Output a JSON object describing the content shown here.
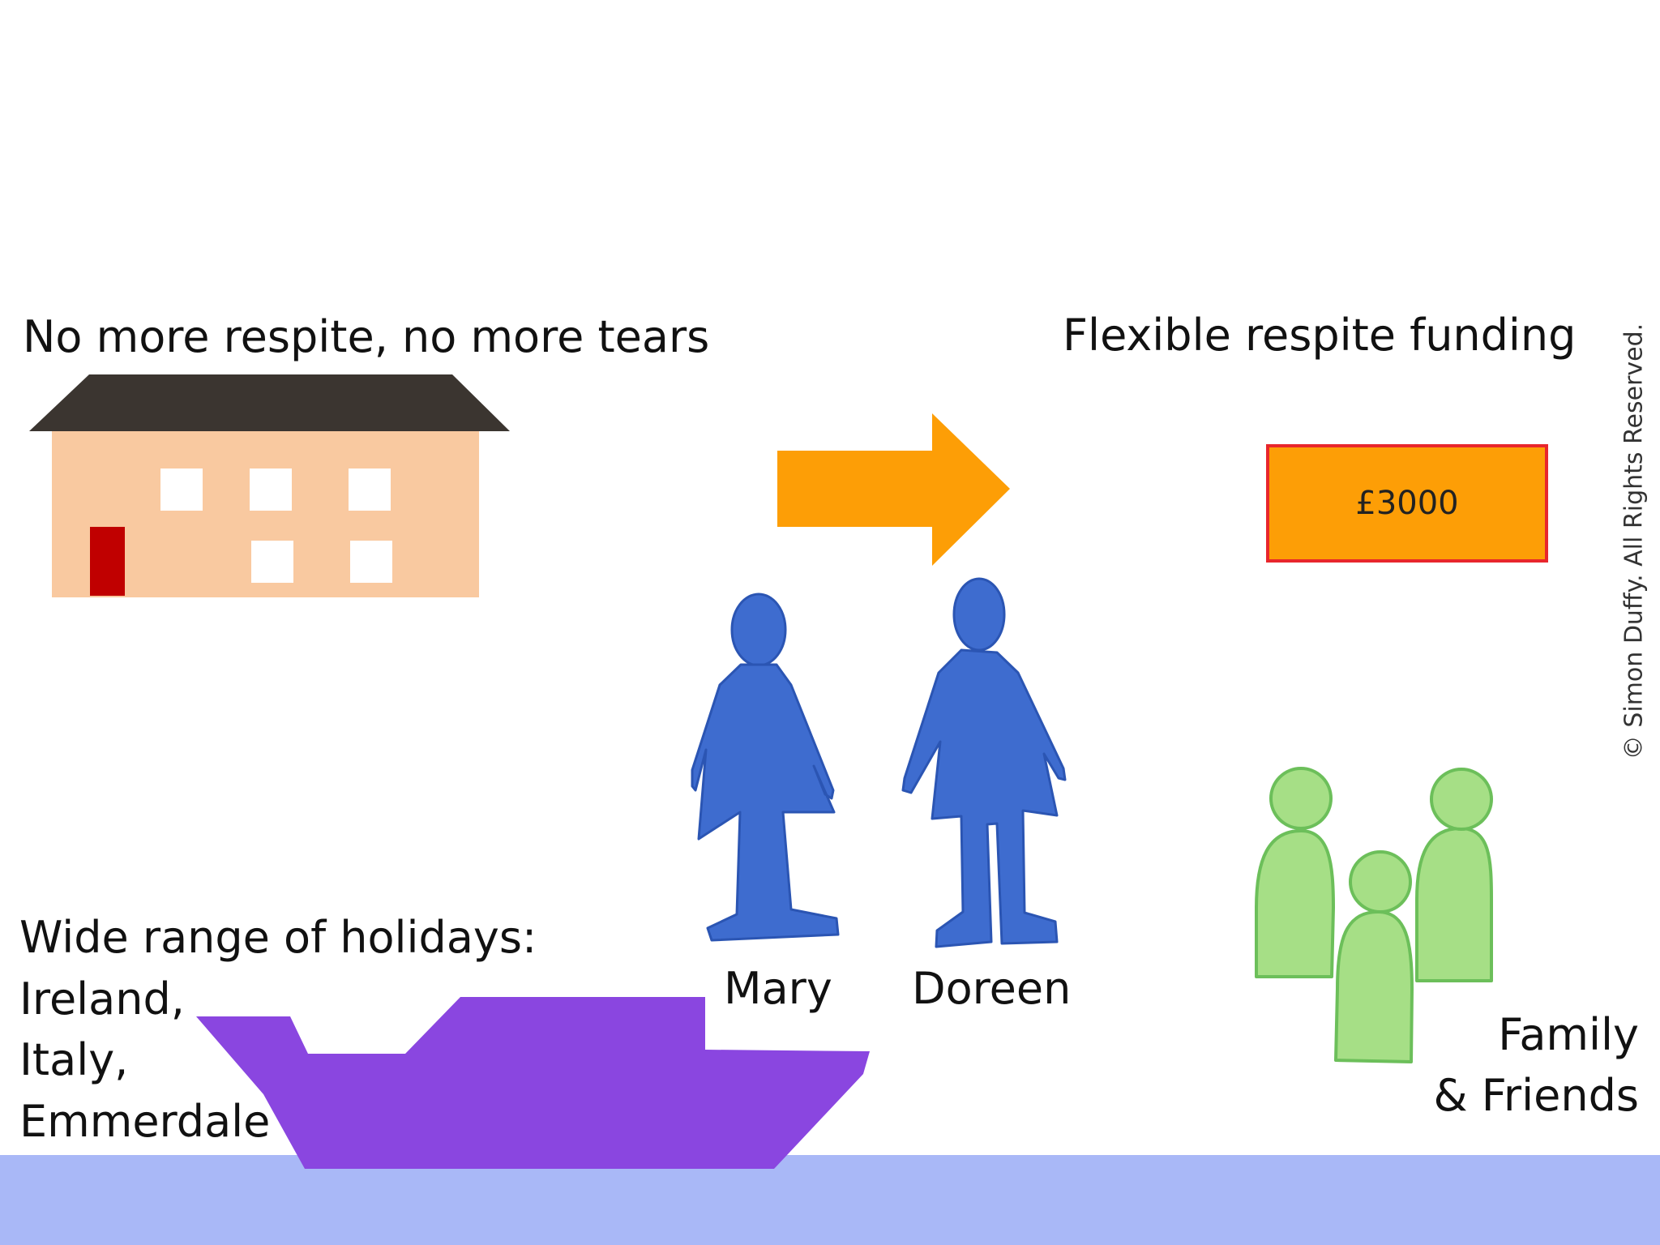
{
  "labels": {
    "left_title": "No more respite, no more tears",
    "right_title": "Flexible respite funding",
    "holidays_heading": "Wide range of holidays:",
    "holidays": [
      "Ireland,",
      "Italy,",
      "Emmerdale"
    ],
    "person_1": "Mary",
    "person_2": "Doreen",
    "family_line_1": "Family",
    "family_line_2": "& Friends",
    "funding_amount": "£3000",
    "copyright": "© Simon Duffy. All Rights Reserved."
  },
  "colors": {
    "house_wall": "#f9c9a0",
    "house_roof": "#3b3530",
    "house_door": "#c00000",
    "arrow": "#fd9e06",
    "money_fill": "#fd9e06",
    "money_border": "#e8262c",
    "person": "#3e6ccf",
    "person_outline": "#2b55b3",
    "family_fill": "#a6df86",
    "family_outline": "#6cbf5a",
    "boat": "#8a46e0",
    "water": "#a9b8f7"
  },
  "icons": [
    "house-icon",
    "arrow-right-icon",
    "person-icon",
    "family-group-icon",
    "boat-icon"
  ]
}
